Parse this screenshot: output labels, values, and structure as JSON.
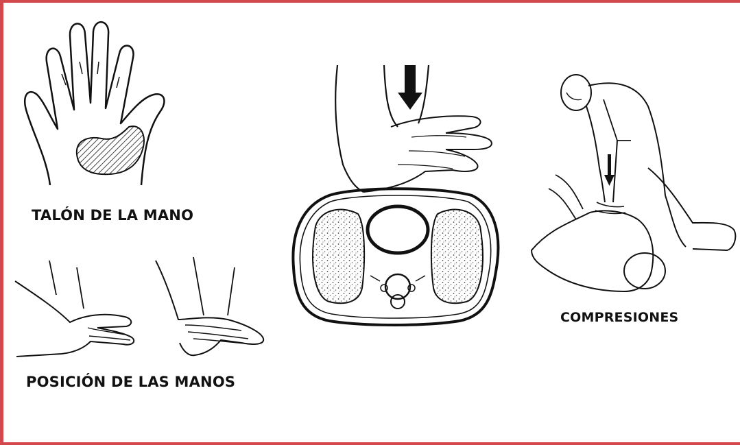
{
  "panels": {
    "heel_of_hand": {
      "caption": "TALÓN DE LA MANO"
    },
    "hand_position": {
      "caption": "POSICIÓN DE LAS MANOS"
    },
    "compressions": {
      "caption": "COMPRESIONES"
    }
  },
  "colors": {
    "frame": "#d2484c",
    "ink": "#111111",
    "lung_speckle": "#555555"
  }
}
